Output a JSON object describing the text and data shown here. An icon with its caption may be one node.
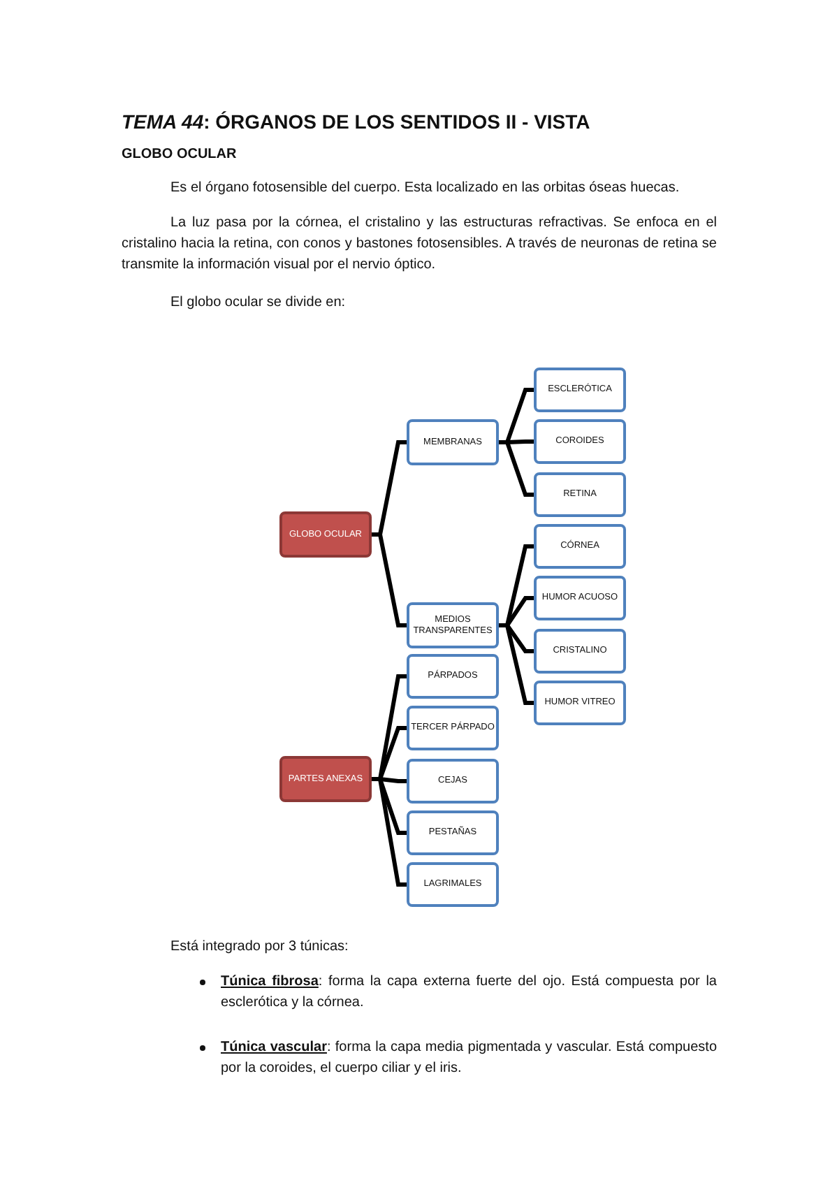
{
  "diagram": {
    "title": "*TEMA 44*: ÓRGANOS DE LOS SENTIDOS II - VISTA",
    "nodes": [
      {
        "text": [
          "GLOBO OCULAR"
        ]
      },
      {
        "text": [
          "MEMBRANAS"
        ]
      },
      {
        "text": [
          "ESCLERÓTICA"
        ]
      },
      {
        "text": [
          "COROIDES"
        ]
      },
      {
        "text": [
          "RETINA"
        ]
      },
      {
        "text": [
          "MEDIOS TRANSPARENTES"
        ]
      },
      {
        "text": [
          "CÓRNEA"
        ]
      },
      {
        "text": [
          "HUMOR ACUOSO"
        ]
      },
      {
        "text": [
          "CRISTALINO"
        ]
      },
      {
        "text": [
          "HUMOR VITREO"
        ]
      },
      {
        "text": [
          "PARTES ANEXAS"
        ]
      },
      {
        "text": [
          "PÁRPADOS"
        ]
      },
      {
        "text": [
          "TERCER PÁRPADO"
        ]
      },
      {
        "text": [
          "CEJAS"
        ]
      },
      {
        "text": [
          "PESTAÑAS"
        ]
      },
      {
        "text": [
          "LAGRIMALES"
        ]
      }
    ],
    "edges": [
      {
        "from": 0,
        "to": 1,
        "arrow": "none"
      },
      {
        "from": 0,
        "to": 5,
        "arrow": "none"
      },
      {
        "from": 1,
        "to": 2,
        "arrow": "none"
      },
      {
        "from": 1,
        "to": 3,
        "arrow": "none"
      },
      {
        "from": 1,
        "to": 4,
        "arrow": "none"
      },
      {
        "from": 5,
        "to": 6,
        "arrow": "none"
      },
      {
        "from": 5,
        "to": 7,
        "arrow": "none"
      },
      {
        "from": 5,
        "to": 8,
        "arrow": "none"
      },
      {
        "from": 5,
        "to": 9,
        "arrow": "none"
      },
      {
        "from": 10,
        "to": 11,
        "arrow": "none"
      },
      {
        "from": 10,
        "to": 12,
        "arrow": "none"
      },
      {
        "from": 10,
        "to": 13,
        "arrow": "none"
      },
      {
        "from": 10,
        "to": 14,
        "arrow": "none"
      },
      {
        "from": 10,
        "to": 15,
        "arrow": "none"
      }
    ],
    "labels": [
      "GLOBO OCULAR",
      "Es el órgano fotosensible del cuerpo. Esta localizado en las orbitas óseas huecas.",
      "La luz pasa por la córnea, el cristalino y las estructuras refractivas. Se enfoca en el cristalino hacia la retina, con conos y bastones fotosensibles. A través de neuronas de retina se transmite la información visual por el nervio óptico.",
      "El globo ocular se divide en:",
      "Está integrado por 3 túnicas:",
      "**Túnica fibrosa**: forma la capa externa fuerte del ojo. Está compuesta por la esclerótica y la córnea.",
      "**Túnica vascular**: forma la capa media pigmentada y vascular. Está compuesto por la coroides, el cuerpo ciliar y el iris."
    ]
  }
}
